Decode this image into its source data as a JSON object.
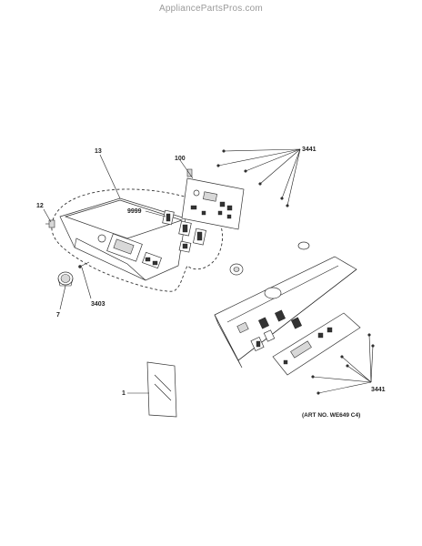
{
  "watermark": "AppliancePartsPros.com",
  "callouts": {
    "c13": "13",
    "c100": "100",
    "c3441_top": "3441",
    "c12": "12",
    "c9999": "9999",
    "c3403": "3403",
    "c7": "7",
    "c1": "1",
    "c3441_bottom": "3441"
  },
  "art_number": "(ART NO. WE649 C4)"
}
